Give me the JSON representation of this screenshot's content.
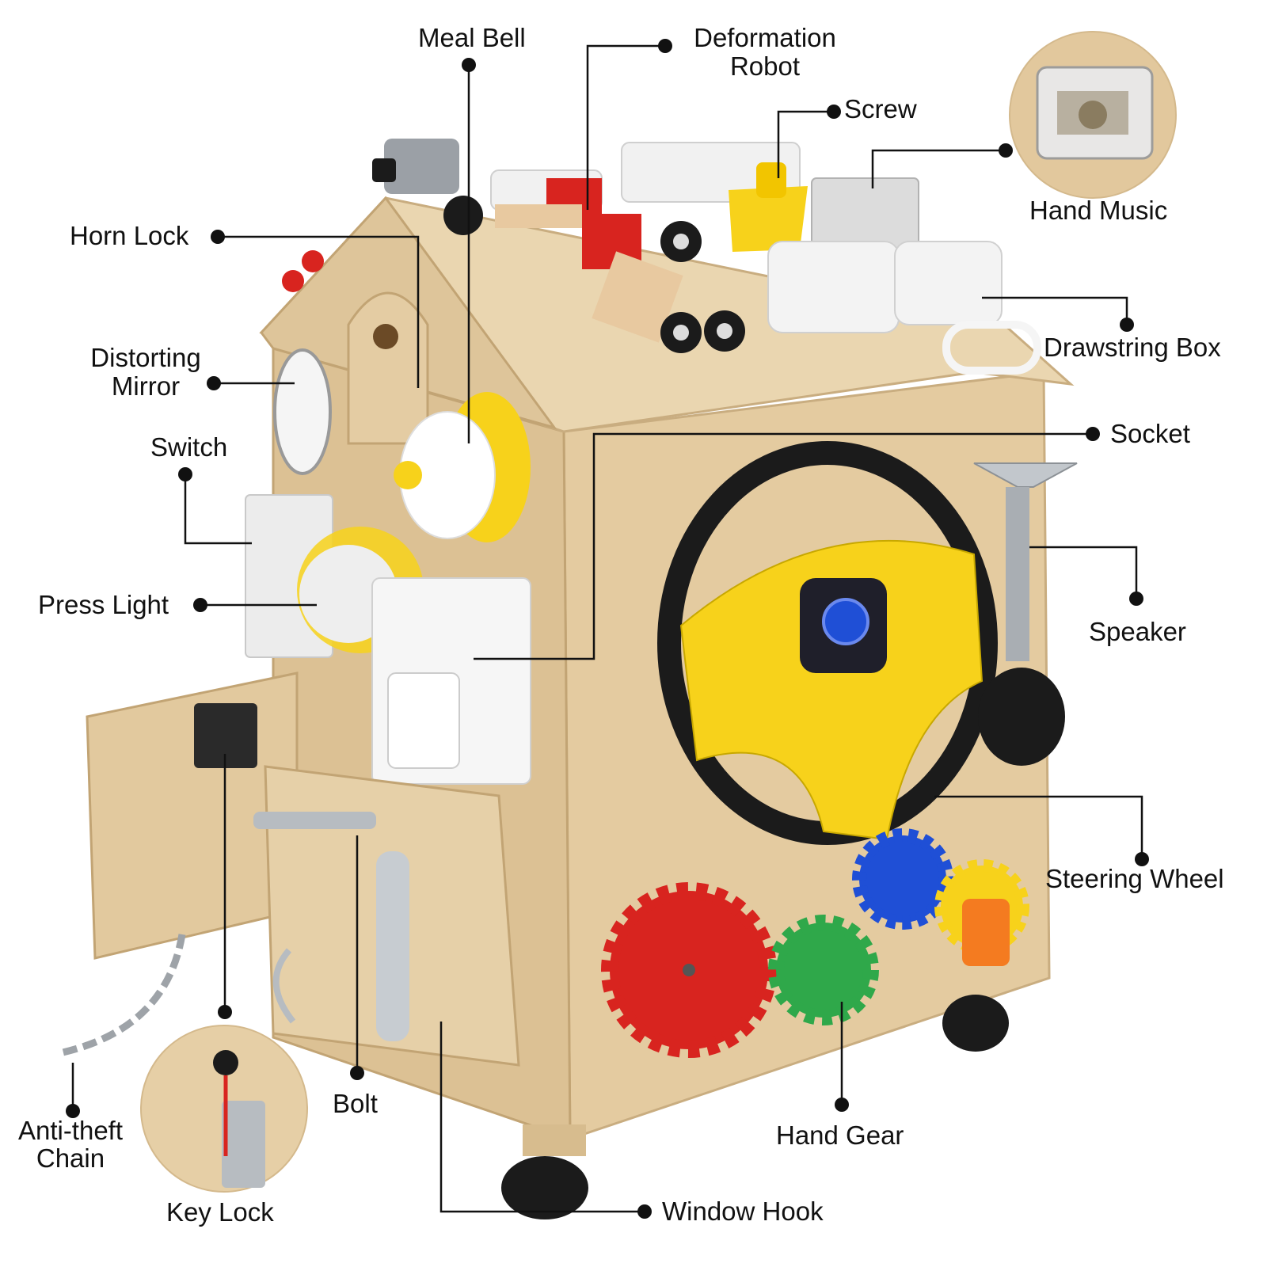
{
  "labels": {
    "meal_bell": "Meal Bell",
    "deformation_robot_1": "Deformation",
    "deformation_robot_2": "Robot",
    "screw": "Screw",
    "hand_music": "Hand Music",
    "horn_lock": "Horn Lock",
    "distorting_mirror_1": "Distorting",
    "distorting_mirror_2": "Mirror",
    "switch": "Switch",
    "press_light": "Press Light",
    "drawstring_box": "Drawstring Box",
    "socket": "Socket",
    "speaker": "Speaker",
    "steering_wheel": "Steering Wheel",
    "anti_theft_chain_1": "Anti-theft",
    "anti_theft_chain_2": "Chain",
    "key_lock": "Key Lock",
    "bolt": "Bolt",
    "hand_gear": "Hand Gear",
    "window_hook": "Window Hook"
  },
  "colors": {
    "wood": "#e6cfa6",
    "wood_dark": "#cdb185",
    "yellow": "#f7d21b",
    "red": "#d8241f",
    "green": "#2fa84a",
    "blue": "#1f4fd6",
    "orange": "#f47b20",
    "black": "#1b1b1b",
    "white_part": "#f1f1f1",
    "leader": "#111111"
  }
}
